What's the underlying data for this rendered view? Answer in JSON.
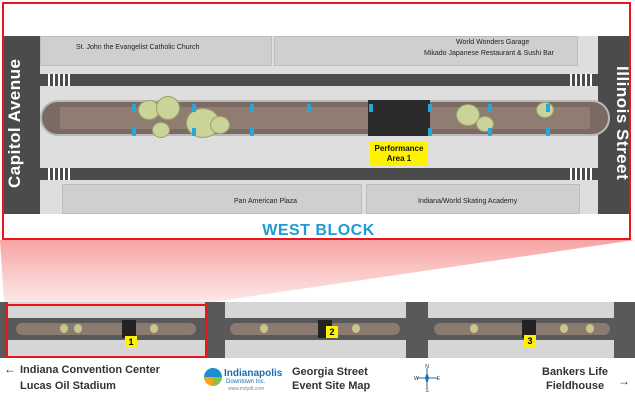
{
  "detail_map": {
    "street_left": "Capitol Avenue",
    "street_right": "Illinois Street",
    "labels": {
      "north_left": "St. John the Evangelist Catholic Church",
      "north_right_1": "World Wonders Garage",
      "north_right_2": "Mikado Japanese Restaurant & Sushi Bar",
      "south_left": "Pan American Plaza",
      "south_right": "Indiana/World Skating Academy"
    },
    "performance_area": "Performance Area 1",
    "section_title": "WEST BLOCK"
  },
  "overview": {
    "markers": [
      "1",
      "2",
      "3"
    ]
  },
  "footer": {
    "left_line1": "Indiana Convention Center",
    "left_line2": "Lucas Oil Stadium",
    "center_line1": "Georgia Street",
    "center_line2": "Event Site Map",
    "right_line1": "Bankers Life",
    "right_line2": "Fieldhouse",
    "logo_name": "Indianapolis",
    "logo_sub": "Downtown Inc.",
    "logo_url": "www.indydt.com",
    "compass_n": "N",
    "compass_s": "S",
    "compass_e": "E",
    "compass_w": "W"
  },
  "colors": {
    "frame": "#e8151b",
    "title": "#1f9ad6",
    "performance": "#fff200"
  }
}
